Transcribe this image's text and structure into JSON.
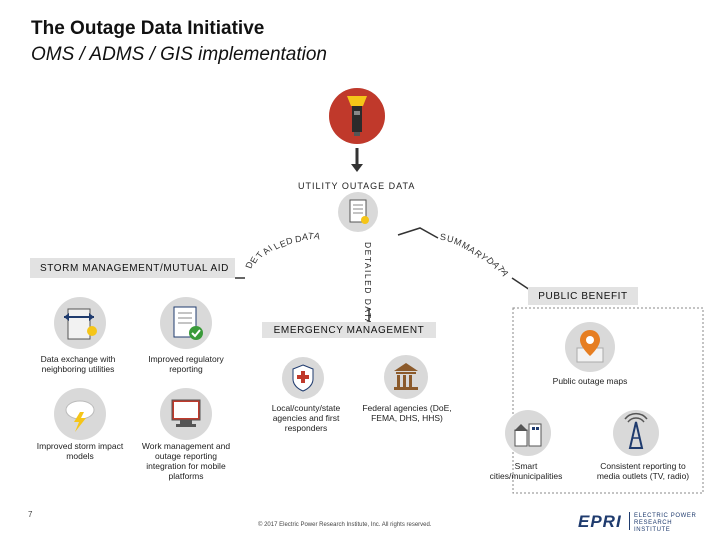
{
  "header": {
    "title": "The Outage Data Initiative",
    "subtitle": "OMS / ADMS / GIS implementation"
  },
  "hub": {
    "label": "UTILITY OUTAGE DATA",
    "icon": "flashlight-icon",
    "document_icon": "document-icon"
  },
  "flows": {
    "left_curve": "DETAILED DATA",
    "vertical": "DETAILED DATA",
    "right_curve": "SUMMARY DATA"
  },
  "sections": {
    "storm": "STORM MANAGEMENT/MUTUAL AID",
    "emergency": "EMERGENCY MANAGEMENT",
    "public": "PUBLIC BENEFIT"
  },
  "storm_items": [
    {
      "label": "Data exchange with neighboring utilities",
      "icon": "data-exchange-icon"
    },
    {
      "label": "Improved regulatory reporting",
      "icon": "checklist-icon"
    },
    {
      "label": "Improved storm impact models",
      "icon": "storm-cloud-icon"
    },
    {
      "label": "Work management and outage reporting integration for mobile platforms",
      "icon": "mobile-workstation-icon"
    }
  ],
  "emergency_items": [
    {
      "label": "Local/county/state agencies and first responders",
      "icon": "first-responder-icon"
    },
    {
      "label": "Federal agencies (DoE, FEMA, DHS, HHS)",
      "icon": "federal-building-icon"
    }
  ],
  "public_items": [
    {
      "label": "Public outage maps",
      "icon": "map-pin-icon"
    },
    {
      "label": "Smart cities/municipalities",
      "icon": "city-icon"
    },
    {
      "label": "Consistent reporting to media outlets (TV, radio)",
      "icon": "broadcast-tower-icon"
    }
  ],
  "footer": {
    "page_number": "7",
    "copyright": "© 2017 Electric Power Research Institute, Inc. All rights reserved.",
    "logo": "EPRI",
    "logo_text": "ELECTRIC POWER RESEARCH INSTITUTE"
  },
  "colors": {
    "banner": "#e2e2e2",
    "circle": "#d9d9d9",
    "epri_blue": "#1f3b6e",
    "flashlight_red": "#c0392b",
    "flashlight_yellow": "#f5c518"
  }
}
